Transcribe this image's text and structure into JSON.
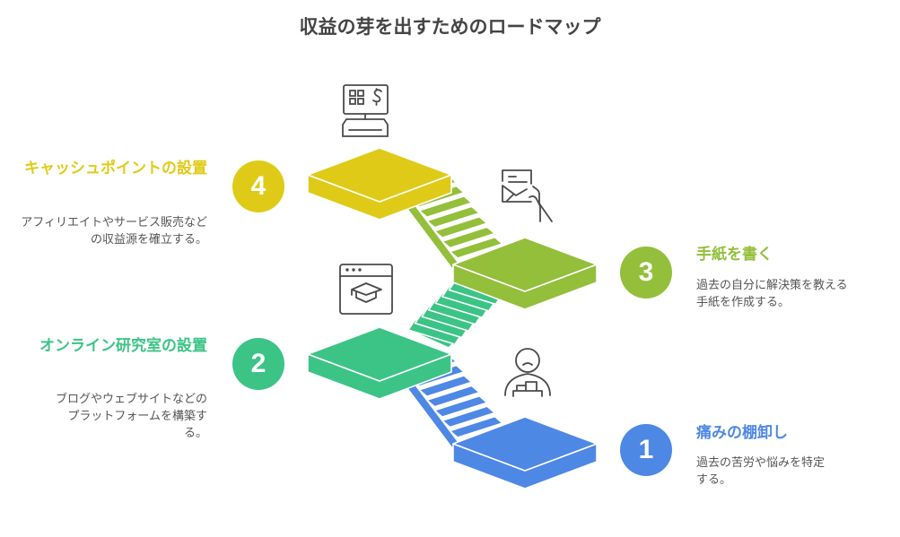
{
  "title": "収益の芽を出すためのロードマップ",
  "colors": {
    "step1": "#4e88e5",
    "step2": "#3cc486",
    "step3": "#93bf3b",
    "step4": "#dfcb17",
    "icon": "#4a4a4a"
  },
  "steps": [
    {
      "number": "1",
      "heading": "痛みの棚卸し",
      "description": "過去の苦労や悩みを特定する。",
      "icon": "person-with-boxes-icon"
    },
    {
      "number": "2",
      "heading": "オンライン研究室の設置",
      "description": "ブログやウェブサイトなどのプラットフォームを構築する。",
      "icon": "browser-graduation-cap-icon"
    },
    {
      "number": "3",
      "heading": "手紙を書く",
      "description": "過去の自分に解決策を教える手紙を作成する。",
      "icon": "letter-in-hand-icon"
    },
    {
      "number": "4",
      "heading": "キャッシュポイントの設置",
      "description": "アフィリエイトやサービス販売などの収益源を確立する。",
      "icon": "cash-register-icon"
    }
  ]
}
